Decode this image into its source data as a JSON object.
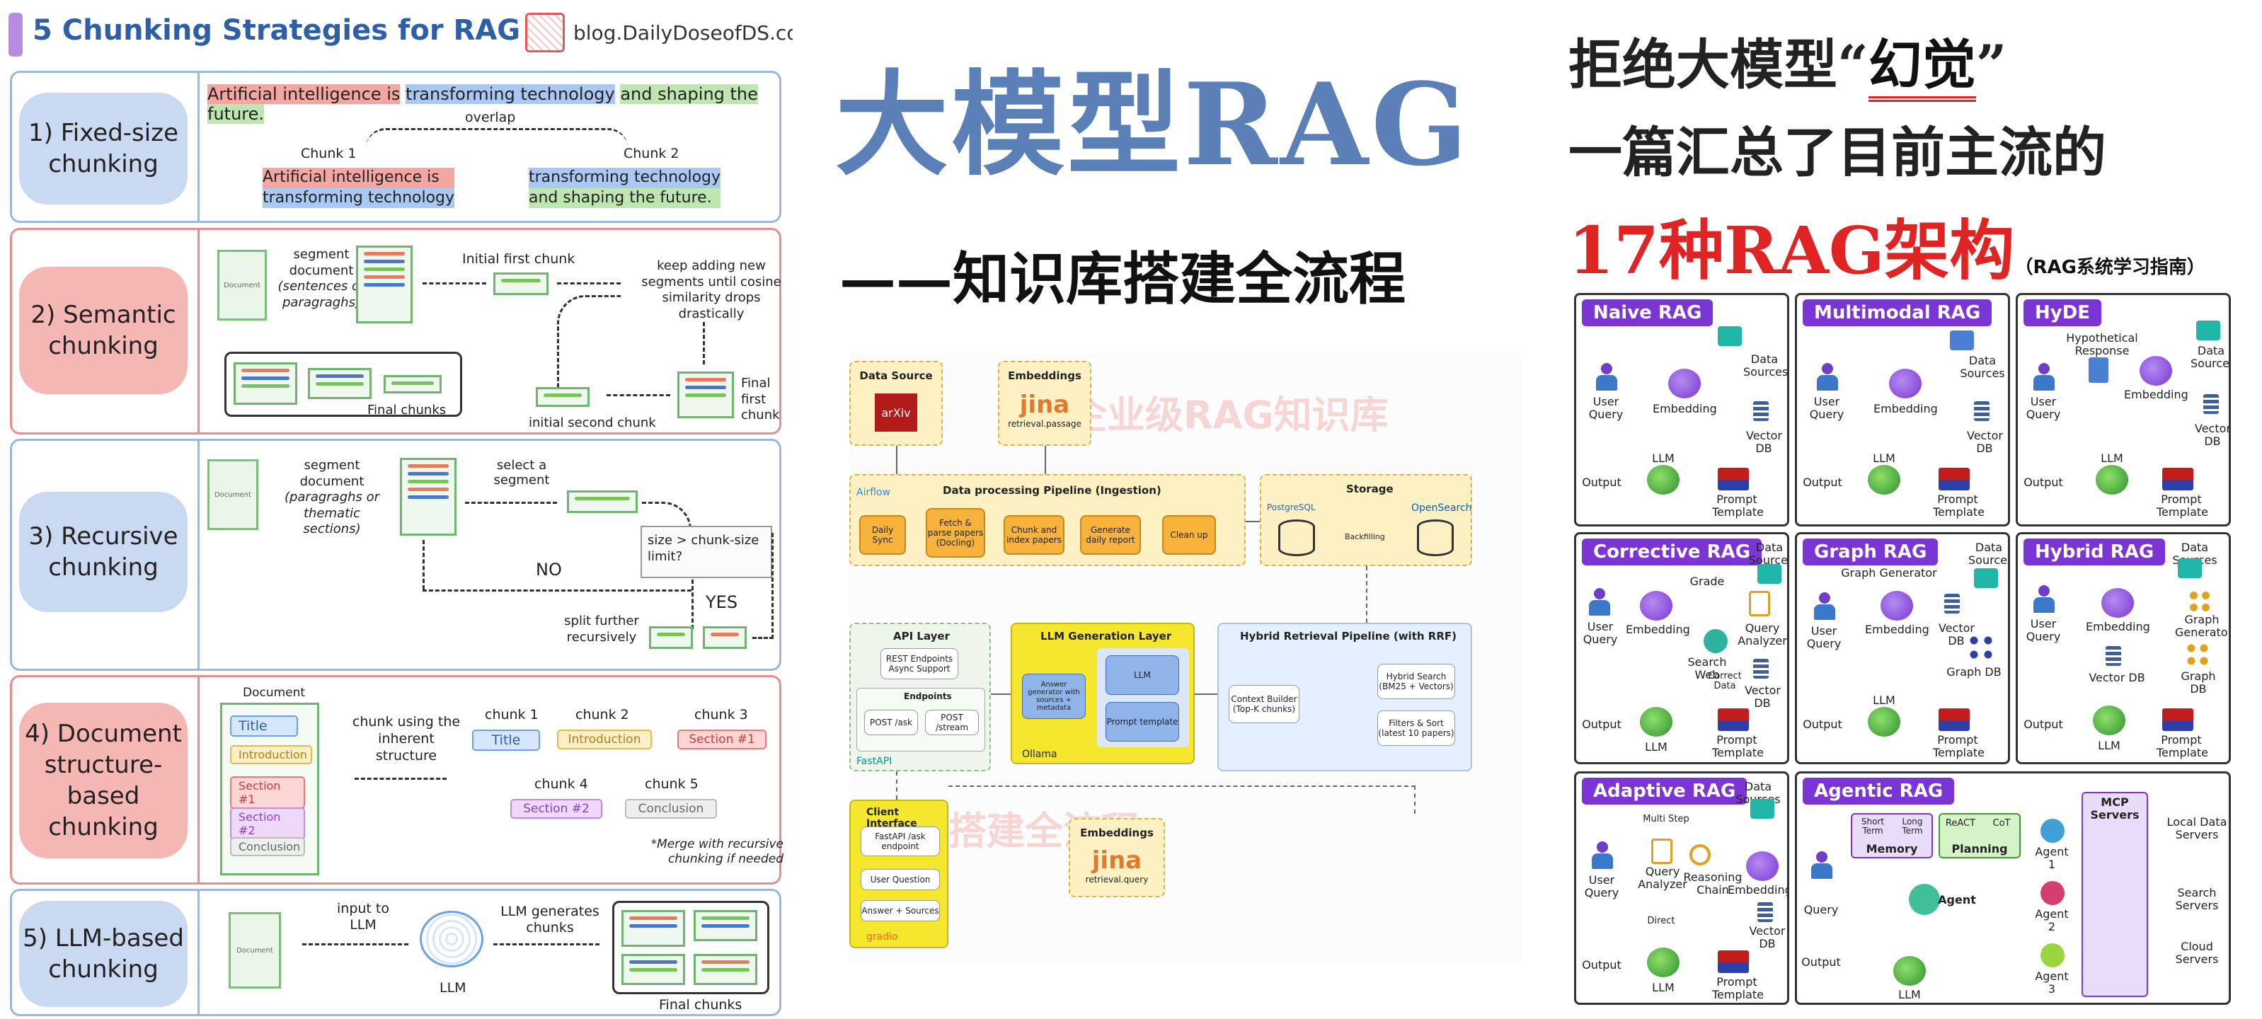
{
  "left": {
    "title": "5 Chunking Strategies for RAG",
    "blog": "blog.DailyDoseofDS.com",
    "rows": [
      {
        "label": "1) Fixed-size chunking"
      },
      {
        "label": "2) Semantic chunking"
      },
      {
        "label": "3) Recursive chunking"
      },
      {
        "label": "4) Document structure-based chunking"
      },
      {
        "label": "5) LLM-based chunking"
      }
    ],
    "fixed": {
      "sentence_a": "Artificial intelligence is",
      "sentence_b": "transforming technology",
      "sentence_c": "and shaping the future.",
      "overlap": "overlap",
      "chunk1": "Chunk 1",
      "chunk2": "Chunk 2",
      "c1_line1": "Artificial intelligence is",
      "c1_line2": "transforming technology",
      "c2_line1": "transforming technology",
      "c2_line2": "and shaping the future."
    },
    "semantic": {
      "doc": "Document",
      "segment": "segment document",
      "segment_sub": "(sentences or paragraghs)",
      "initial_first": "Initial first chunk",
      "keep_adding": "keep adding new segments until cosine similarity drops drastically",
      "final_first": "Final first chunk",
      "initial_second": "initial second chunk",
      "final_chunks": "Final chunks"
    },
    "recursive": {
      "doc": "Document",
      "segment": "segment document",
      "segment_sub": "(paragraghs or thematic sections)",
      "select": "select a segment",
      "condition": "size > chunk-size limit?",
      "no": "NO",
      "yes": "YES",
      "split": "split further recursively"
    },
    "structure": {
      "document": "Document",
      "items": [
        "Title",
        "Introduction",
        "Section #1",
        "Section #2",
        "Conclusion"
      ],
      "using": "chunk using the inherent structure",
      "chunks": [
        {
          "label": "chunk 1",
          "tag": "Title"
        },
        {
          "label": "chunk 2",
          "tag": "Introduction"
        },
        {
          "label": "chunk 3",
          "tag": "Section #1"
        },
        {
          "label": "chunk 4",
          "tag": "Section #2"
        },
        {
          "label": "chunk 5",
          "tag": "Conclusion"
        }
      ],
      "note": "*Merge with recursive chunking if needed"
    },
    "llm": {
      "doc": "Document",
      "input": "input to LLM",
      "llm": "LLM",
      "generates": "LLM generates chunks",
      "final": "Final chunks"
    }
  },
  "middle": {
    "title": "大模型RAG",
    "subtitle": "——知识库搭建全流程",
    "watermark1": "企业级RAG知识库",
    "watermark2": "搭建全流程",
    "data_source": "Data Source",
    "arxiv": "arXiv",
    "embeddings": "Embeddings",
    "jina": "jina",
    "retrieval_passage": "retrieval.passage",
    "airflow": "Airflow",
    "pipeline_title": "Data processing Pipeline (Ingestion)",
    "steps": [
      "Daily Sync",
      "Fetch & parse papers (Docling)",
      "Chunk and index papers",
      "Generate daily report",
      "Clean up"
    ],
    "storage": "Storage",
    "postgres": "PostgreSQL",
    "opensearch": "OpenSearch",
    "backfilling": "Backfilling",
    "api_layer": "API Layer",
    "rest": "REST Endpoints Async Support",
    "endpoints": "Endpoints",
    "ask": "POST /ask",
    "stream": "POST /stream",
    "fastapi": "FastAPI",
    "llm_layer": "LLM Generation Layer",
    "answer_gen": "Answer generator with sources + metadata",
    "llm": "LLM",
    "prompt": "Prompt template",
    "ollama": "Ollama",
    "hybrid_title": "Hybrid Retrieval Pipeline (with RRF)",
    "context": "Context Builder (Top-K chunks)",
    "hybrid_search": "Hybrid Search (BM25 + Vectors)",
    "filters": "Filters & Sort (latest 10 papers)",
    "client": "Client Interface",
    "fastapi_ask": "FastAPI /ask endpoint",
    "user_q": "User Question",
    "answer_src": "Answer + Sources",
    "gradio": "gradio",
    "retrieval_query": "retrieval.query"
  },
  "right": {
    "headline1_pre": "拒绝大模型“",
    "headline1_em": "幻觉",
    "headline1_post": "”",
    "headline2": "一篇汇总了目前主流的",
    "headline3_red": "17种RAG架构",
    "headline3_small": "（RAG系统学习指南）",
    "accent_red": "#e02424",
    "cards": [
      {
        "title": "Naive RAG"
      },
      {
        "title": "Multimodal RAG"
      },
      {
        "title": "HyDE"
      },
      {
        "title": "Corrective RAG"
      },
      {
        "title": "Graph RAG"
      },
      {
        "title": "Hybrid RAG"
      },
      {
        "title": "Adaptive RAG"
      },
      {
        "title": "Agentic RAG"
      }
    ],
    "labels": {
      "user_query": "User Query",
      "embedding": "Embedding",
      "data_sources": "Data Sources",
      "vector_db": "Vector DB",
      "llm": "LLM",
      "output": "Output",
      "prompt_template": "Prompt Template",
      "hypothetical": "Hypothetical Response",
      "graph_db": "Graph DB",
      "graph_generator": "Graph Generator",
      "query_analyzer": "Query Analyzer",
      "reasoning_chain": "Reasoning Chain",
      "query": "Query",
      "agent": "Agent",
      "agent1": "Agent 1",
      "agent2": "Agent 2",
      "agent3": "Agent 3",
      "memory": "Memory",
      "planning": "Planning",
      "mcp": "MCP Servers",
      "local": "Local Data Servers",
      "search": "Search Servers",
      "cloud": "Cloud Servers",
      "short": "Short Term",
      "long": "Long Term",
      "react": "ReACT",
      "cot": "CoT",
      "direct": "Direct",
      "multi": "Multi Step",
      "web": "Search Web",
      "correct": "Correct Data",
      "grade": "Grade"
    }
  }
}
